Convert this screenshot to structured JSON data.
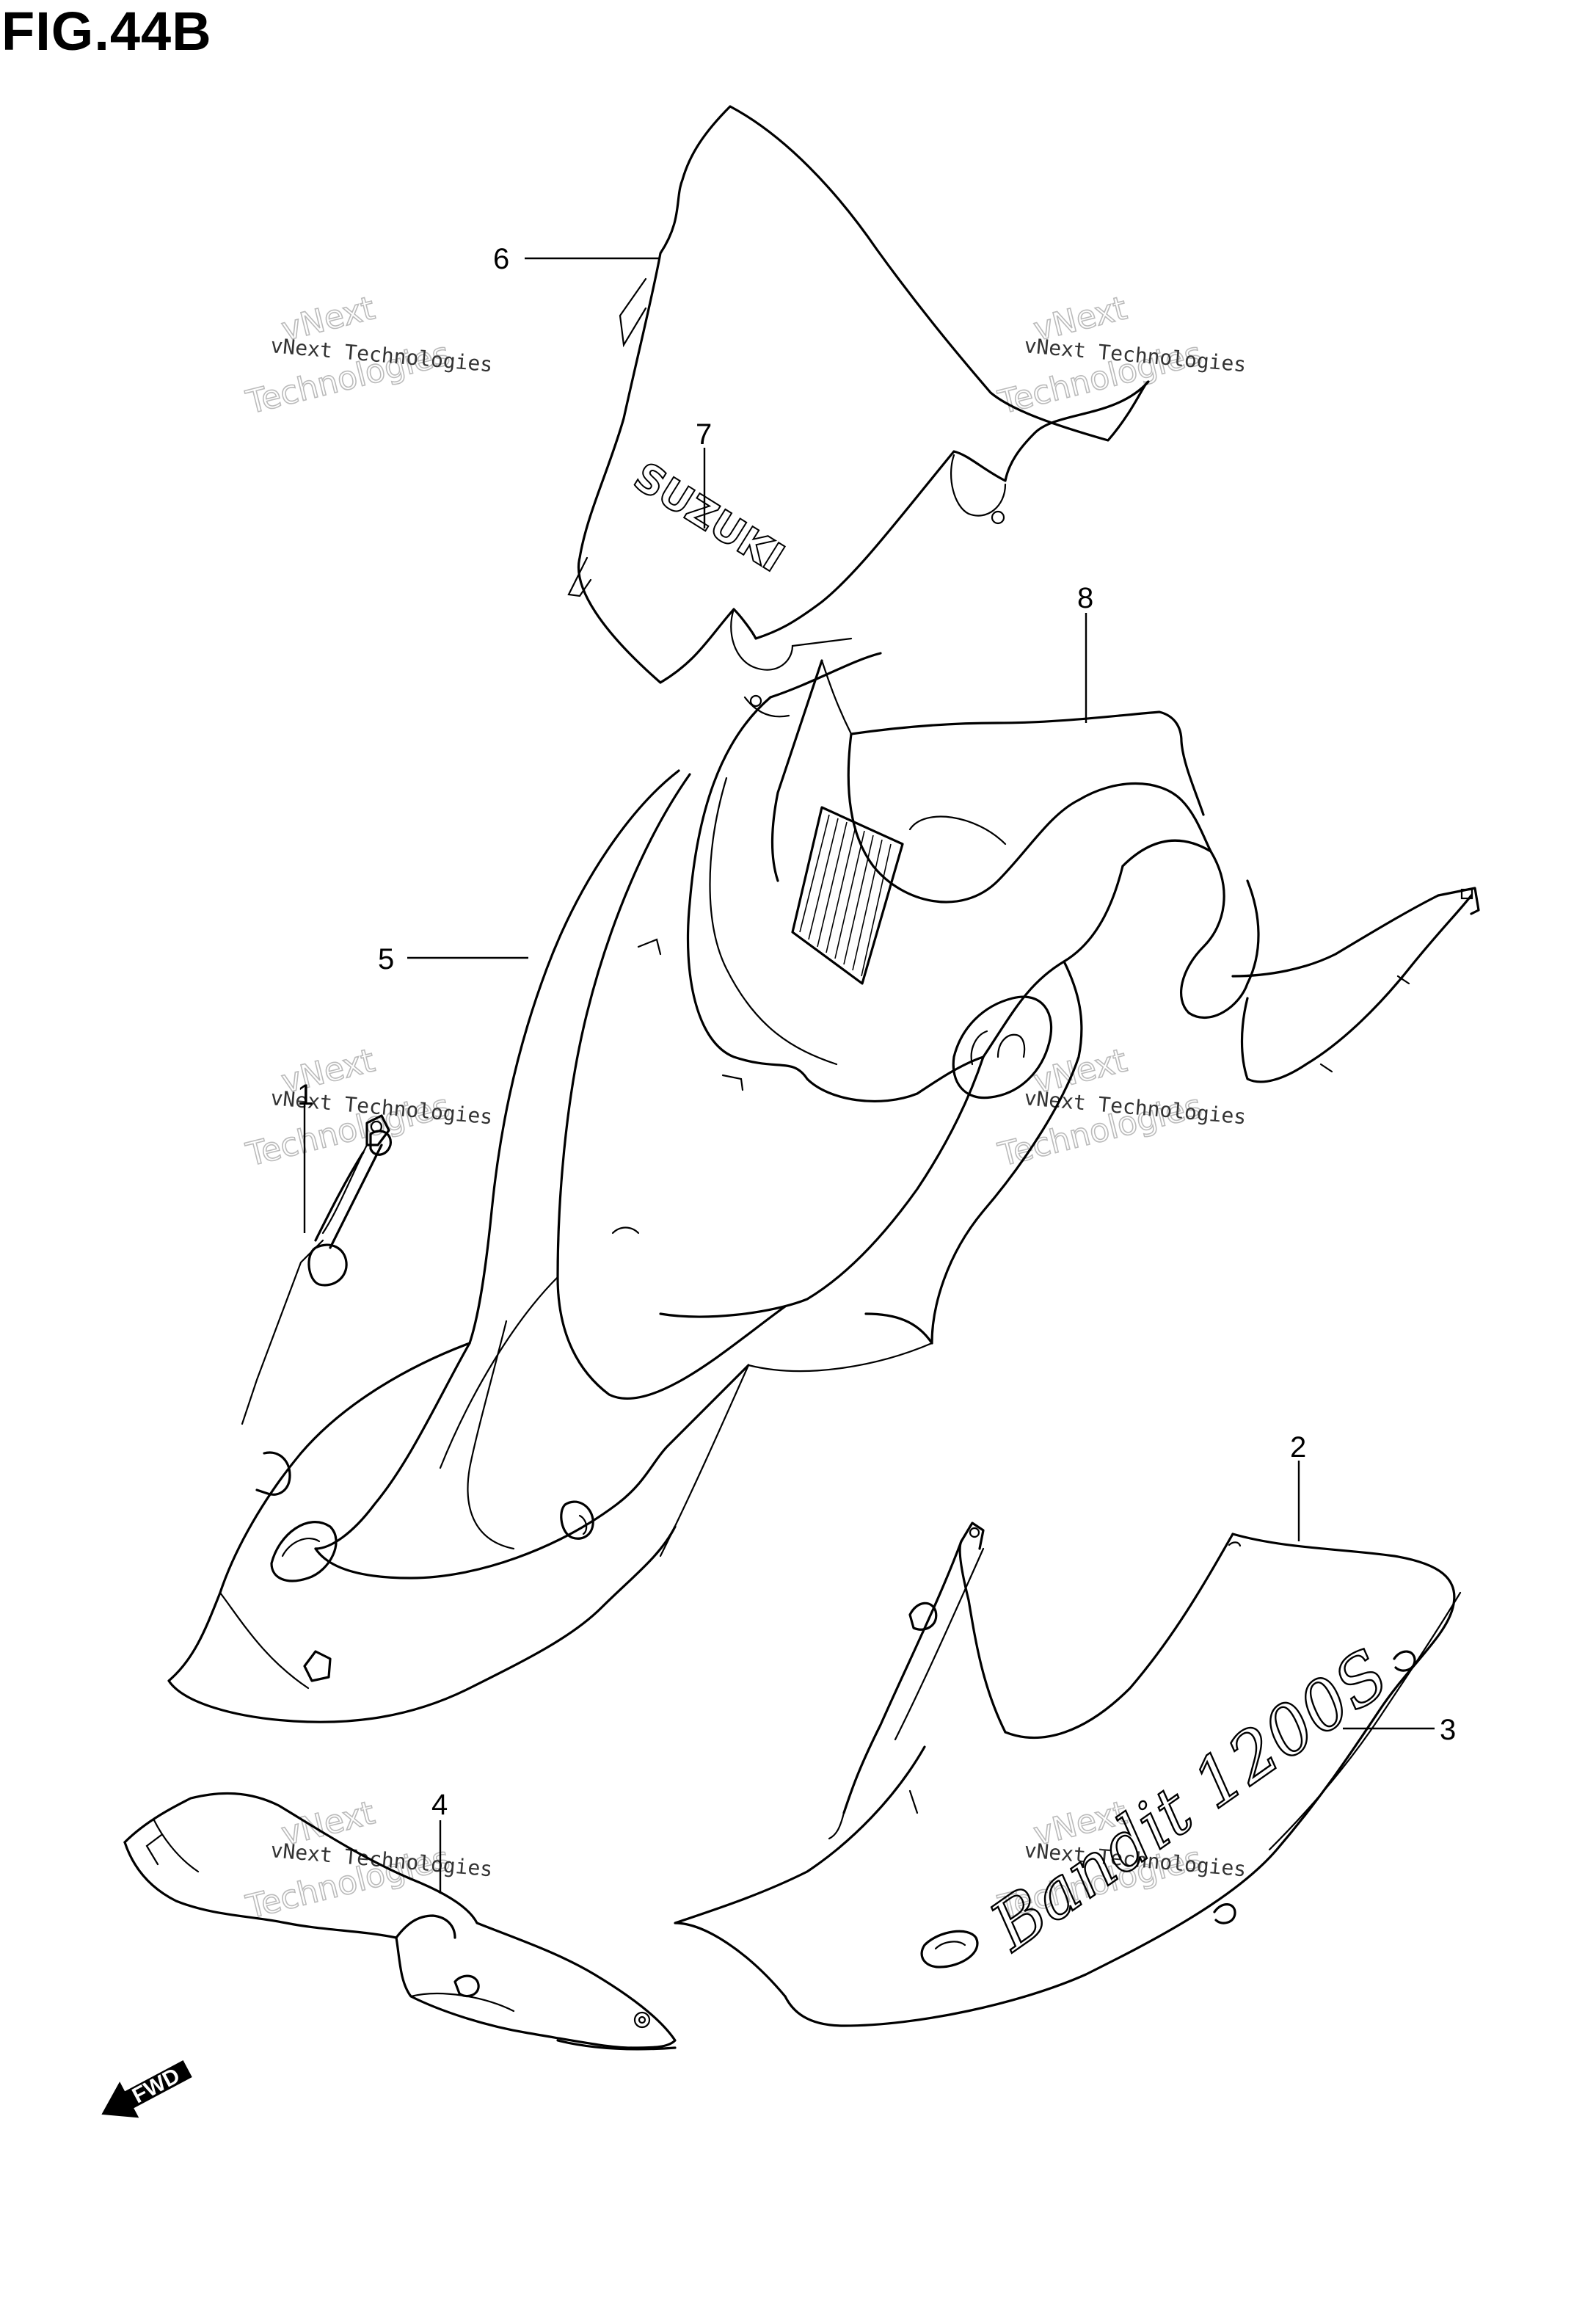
{
  "figure": {
    "title": "FIG.44B"
  },
  "callouts": [
    {
      "id": "6",
      "label": "6"
    },
    {
      "id": "7",
      "label": "7"
    },
    {
      "id": "8",
      "label": "8"
    },
    {
      "id": "5",
      "label": "5"
    },
    {
      "id": "1",
      "label": "1"
    },
    {
      "id": "2",
      "label": "2"
    },
    {
      "id": "3",
      "label": "3"
    },
    {
      "id": "4",
      "label": "4"
    }
  ],
  "watermark": {
    "line1": "vNext Technologies",
    "line2": "vNext",
    "line3": "Technologies"
  },
  "decals": {
    "windscreen_logo": "SUZUKI",
    "side_model": "Bandit 1200S"
  },
  "direction_marker": {
    "label": "FWD"
  },
  "colors": {
    "line": "#000000",
    "watermark": "#bbbbbb",
    "background": "#ffffff"
  }
}
